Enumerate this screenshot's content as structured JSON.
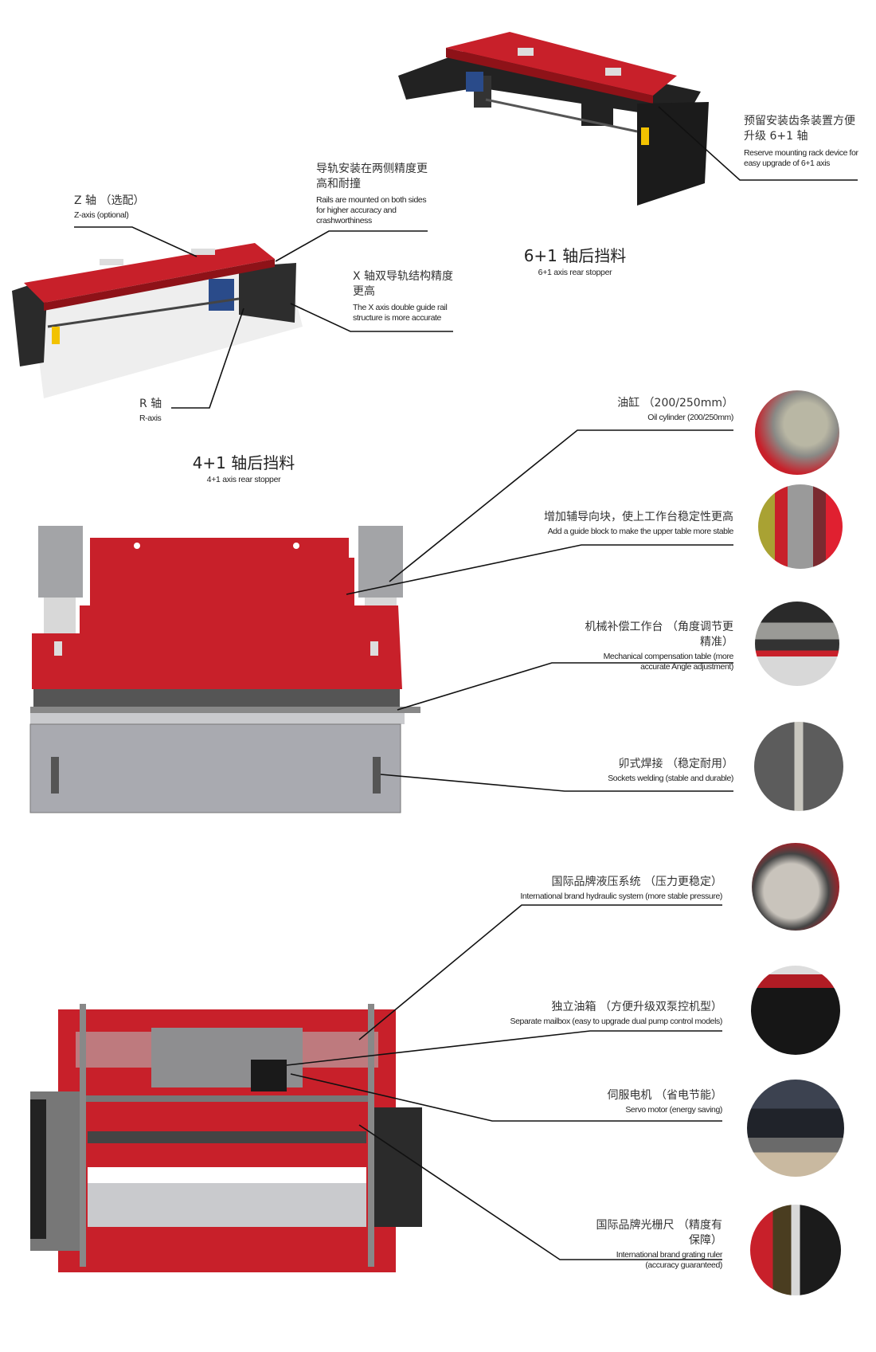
{
  "section_6plus1": {
    "title": "6+1 轴后挡料",
    "subtitle": "6+1 axis rear stopper",
    "callouts": [
      {
        "cn": "预留安装齿条装置方便升级 6+1 轴",
        "en": "Reserve mounting rack device for easy upgrade of 6+1 axis"
      }
    ]
  },
  "section_4plus1": {
    "title": "4+1 轴后挡料",
    "subtitle": "4+1 axis rear stopper",
    "callouts": [
      {
        "cn": "导轨安装在两侧精度更高和耐撞",
        "en": "Rails are mounted on both sides for higher accuracy and crashworthiness"
      },
      {
        "cn": "Z 轴 （选配）",
        "en": "Z-axis (optional)"
      },
      {
        "cn": "X 轴双导轨结构精度更高",
        "en": "The X axis double guide rail structure is more accurate"
      },
      {
        "cn": "R 轴",
        "en": "R-axis"
      }
    ]
  },
  "front_features": [
    {
      "cn": "油缸 （200/250mm）",
      "en": "Oil cylinder (200/250mm)"
    },
    {
      "cn": "增加辅导向块，使上工作台稳定性更高",
      "en": "Add a guide block to make the upper table more stable"
    },
    {
      "cn": "机械补偿工作台 （角度调节更精准）",
      "en": "Mechanical compensation table (more accurate Angle adjustment)"
    },
    {
      "cn": "卯式焊接 （稳定耐用）",
      "en": "Sockets welding (stable and durable)"
    }
  ],
  "rear_features": [
    {
      "cn": "国际品牌液压系统 （压力更稳定）",
      "en": "International brand hydraulic system (more stable pressure)"
    },
    {
      "cn": "独立油箱 （方便升级双泵控机型）",
      "en": "Separate mailbox (easy to upgrade dual pump control models)"
    },
    {
      "cn": "伺服电机 （省电节能）",
      "en": "Servo motor (energy saving)"
    },
    {
      "cn": "国际品牌光栅尺 （精度有保障）",
      "en": "International brand grating ruler (accuracy guaranteed)"
    }
  ],
  "colors": {
    "machine_red": "#c8202a",
    "frame_grey": "#a9aab0",
    "line": "#111111"
  }
}
